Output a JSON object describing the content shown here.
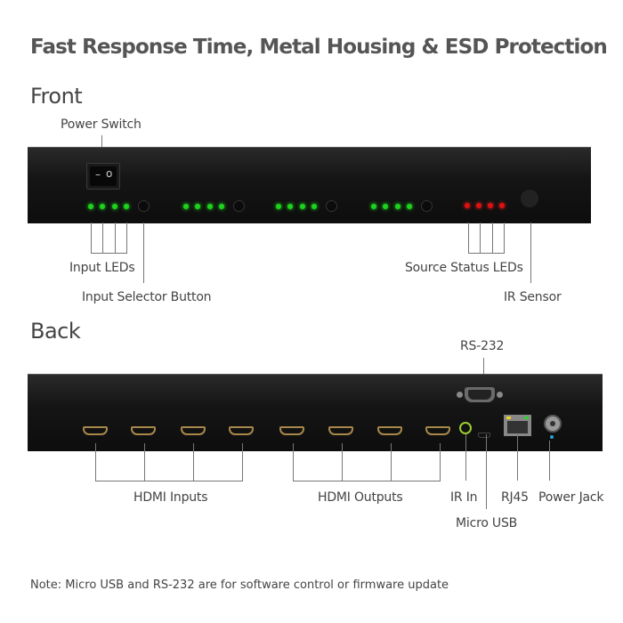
{
  "title": "Fast Response Time, Metal Housing & ESD Protection",
  "front": {
    "heading": "Front",
    "labels": {
      "power_switch": "Power Switch",
      "input_leds": "Input LEDs",
      "input_selector_button": "Input Selector Button",
      "source_status_leds": "Source Status LEDs",
      "ir_sensor": "IR Sensor"
    },
    "power_switch_symbols": {
      "off": "–",
      "on": "o"
    },
    "input_led_groups": 4,
    "leds_per_group": 4,
    "input_led_color": "#1dd41d",
    "source_status_led_count": 4,
    "source_status_led_color": "#e01010"
  },
  "back": {
    "heading": "Back",
    "labels": {
      "rs232": "RS-232",
      "hdmi_inputs": "HDMI Inputs",
      "hdmi_outputs": "HDMI Outputs",
      "ir_in": "IR In",
      "micro_usb": "Micro USB",
      "rj45": "RJ45",
      "power_jack": "Power Jack"
    },
    "hdmi_input_count": 4,
    "hdmi_output_count": 4,
    "hdmi_port_color": "#a8884a",
    "ir_in_color": "#9acd32",
    "power_led_color": "#2a9fd6"
  },
  "note": "Note: Micro USB and RS-232 are for software control or firmware update"
}
